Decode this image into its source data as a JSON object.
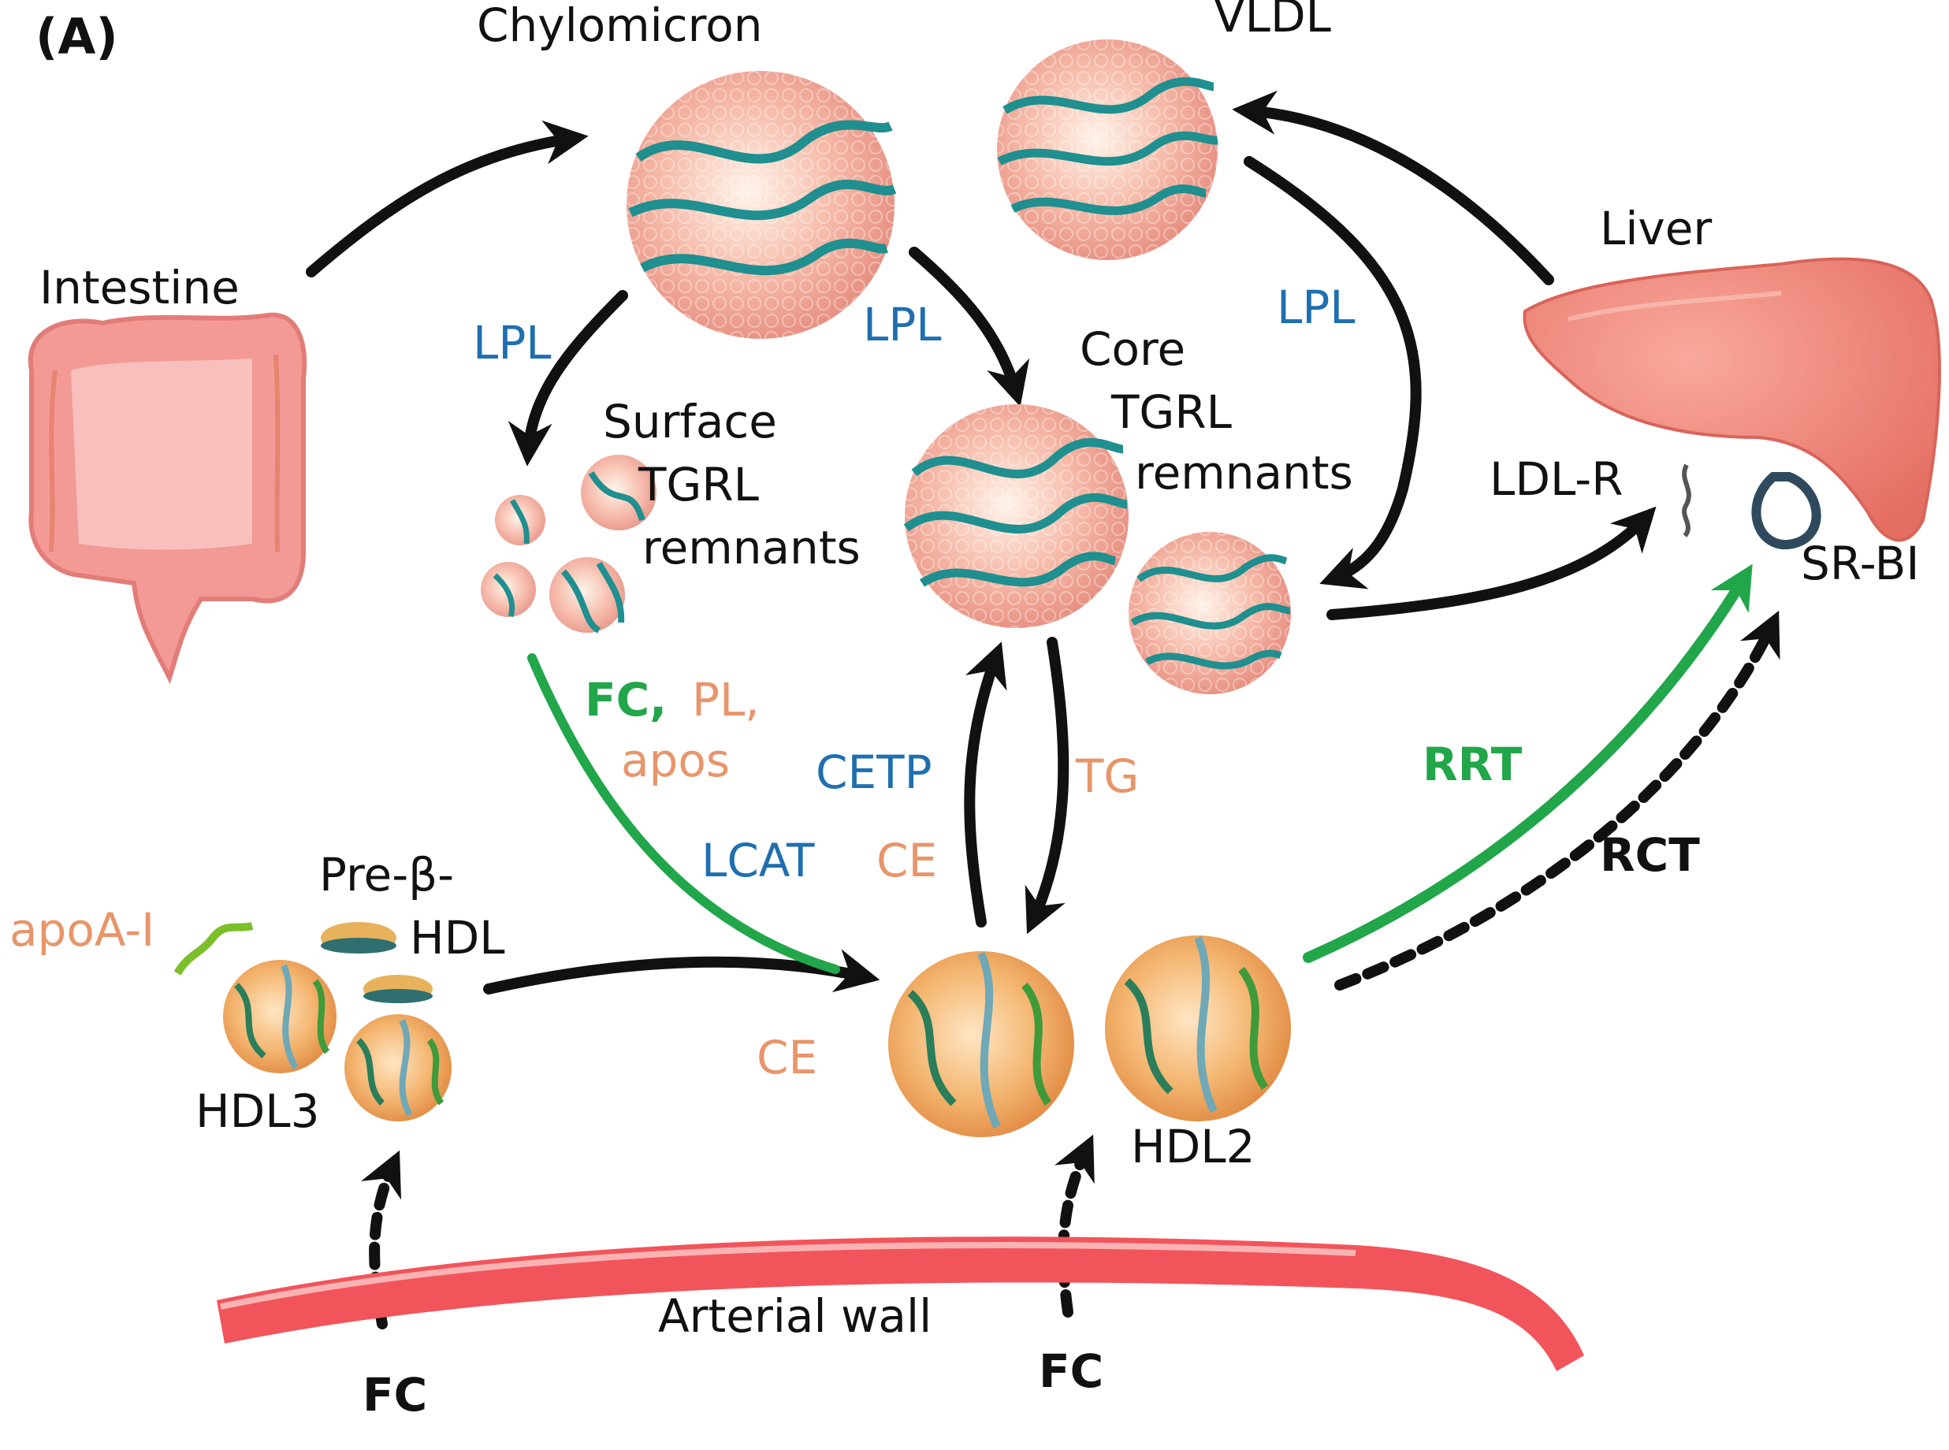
{
  "panel_label": "(A)",
  "labels": {
    "chylomicron": "Chylomicron",
    "vldl": "VLDL",
    "intestine": "Intestine",
    "liver": "Liver",
    "lpl": "LPL",
    "surface_line1": "Surface",
    "surface_line2": "TGRL",
    "surface_line3": "remnants",
    "core_line1": "Core",
    "core_line2": "TGRL",
    "core_line3": "remnants",
    "ldlr": "LDL-R",
    "srbi": "SR-BI",
    "fc_comma": "FC,",
    "pl_comma": "PL,",
    "apos": "apos",
    "cetp": "CETP",
    "lcat": "LCAT",
    "ce": "CE",
    "tg": "TG",
    "rrt": "RRT",
    "rct": "RCT",
    "apoa1": "apoA-I",
    "prebeta_line1": "Pre-β-",
    "prebeta_line2": "HDL",
    "hdl3": "HDL3",
    "hdl2": "HDL2",
    "arterial_wall": "Arterial wall",
    "fc": "FC"
  },
  "colors": {
    "lipoprotein_fill": "#f4a89a",
    "apo_teal": "#1f8f8f",
    "hdl_fill": "#f0a35a",
    "green_arrow": "#22a64a",
    "artery_red": "#f2545b",
    "liver_pink": "#f08378",
    "intestine_pink": "#f39a96",
    "label_blue": "#1f6fb0",
    "label_orange": "#e8956a"
  }
}
